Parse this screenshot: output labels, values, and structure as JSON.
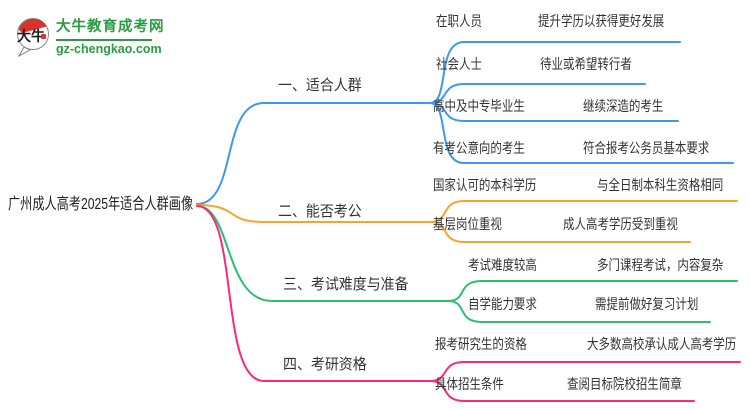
{
  "logo": {
    "brand": "大牛教育成考网",
    "domain": "gz-chengkao.com",
    "icon_text": "大牛",
    "brand_color": "#2B9C41",
    "seal_color": "#D8352A"
  },
  "root": {
    "label": "广州成人高考2025年适合人群画像"
  },
  "branches": [
    {
      "label": "一、适合人群",
      "color": "#3B98F6",
      "children": [
        {
          "label": "在职人员",
          "desc": "提升学历以获得更好发展"
        },
        {
          "label": "社会人士",
          "desc": "待业或希望转行者"
        },
        {
          "label": "高中及中专毕业生",
          "desc": "继续深造的考生"
        },
        {
          "label": "有考公意向的考生",
          "desc": "符合报考公务员基本要求"
        }
      ]
    },
    {
      "label": "二、能否考公",
      "color": "#F5A52B",
      "children": [
        {
          "label": "国家认可的本科学历",
          "desc": "与全日制本科生资格相同"
        },
        {
          "label": "基层岗位重视",
          "desc": "成人高考学历受到重视"
        }
      ]
    },
    {
      "label": "三、考试难度与准备",
      "color": "#2CBF6E",
      "children": [
        {
          "label": "考试难度较高",
          "desc": "多门课程考试，内容复杂"
        },
        {
          "label": "自学能力要求",
          "desc": "需提前做好复习计划"
        }
      ]
    },
    {
      "label": "四、考研资格",
      "color": "#F92A7C",
      "children": [
        {
          "label": "报考研究生的资格",
          "desc": "大多数高校承认成人高考学历"
        },
        {
          "label": "具体招生条件",
          "desc": "查阅目标院校招生简章"
        }
      ]
    }
  ]
}
